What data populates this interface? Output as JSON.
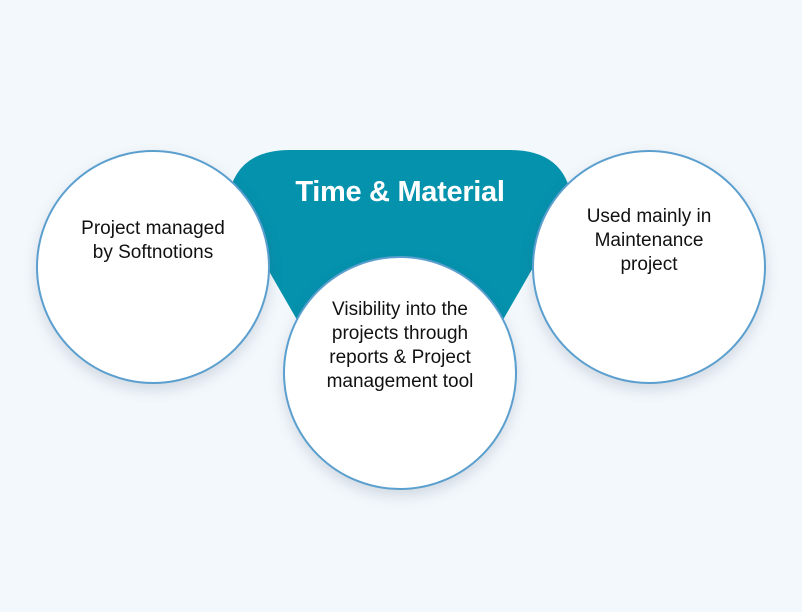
{
  "diagram": {
    "title": "Time & Material",
    "colors": {
      "background": "#f3f8fc",
      "accent": "#0592ad",
      "circle_border": "#5b9fcf",
      "circle_fill": "#ffffff"
    },
    "circles": [
      {
        "position": "left",
        "text": "Project managed by Softnotions"
      },
      {
        "position": "right",
        "text": "Used mainly in Maintenance project"
      },
      {
        "position": "center",
        "text": "Visibility into the projects through reports & Project management tool"
      }
    ]
  }
}
